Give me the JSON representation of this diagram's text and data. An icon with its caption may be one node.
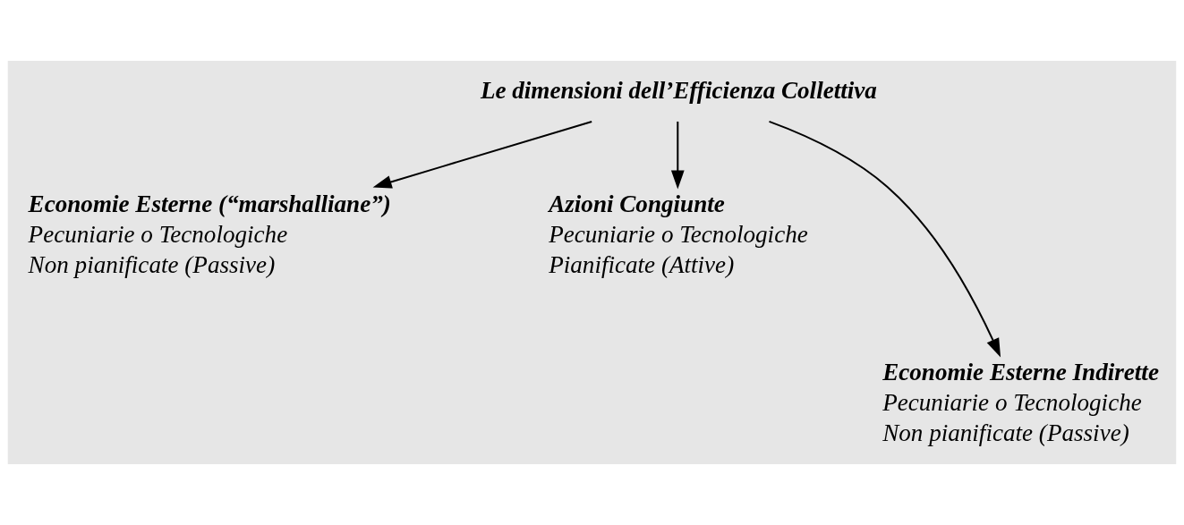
{
  "diagram": {
    "nodes": [
      {
        "text": [
          "Le dimensioni dell’Efficienza Collettiva"
        ]
      },
      {
        "text": [
          "Economie Esterne (“marshalliane”)",
          "Pecuniarie o Tecnologiche",
          "Non pianificate (Passive)"
        ]
      },
      {
        "text": [
          "Azioni Congiunte",
          "Pecuniarie o Tecnologiche",
          "Pianificate (Attive)"
        ]
      },
      {
        "text": [
          "Economie Esterne Indirette",
          "Pecuniarie o Tecnologiche",
          "Non pianificate (Passive)"
        ]
      }
    ],
    "edges": [
      {
        "from": 0,
        "to": 1,
        "arrow": "to"
      },
      {
        "from": 0,
        "to": 3,
        "arrow": "to"
      },
      {
        "from": 0,
        "to": 2,
        "arrow": "to"
      }
    ]
  }
}
